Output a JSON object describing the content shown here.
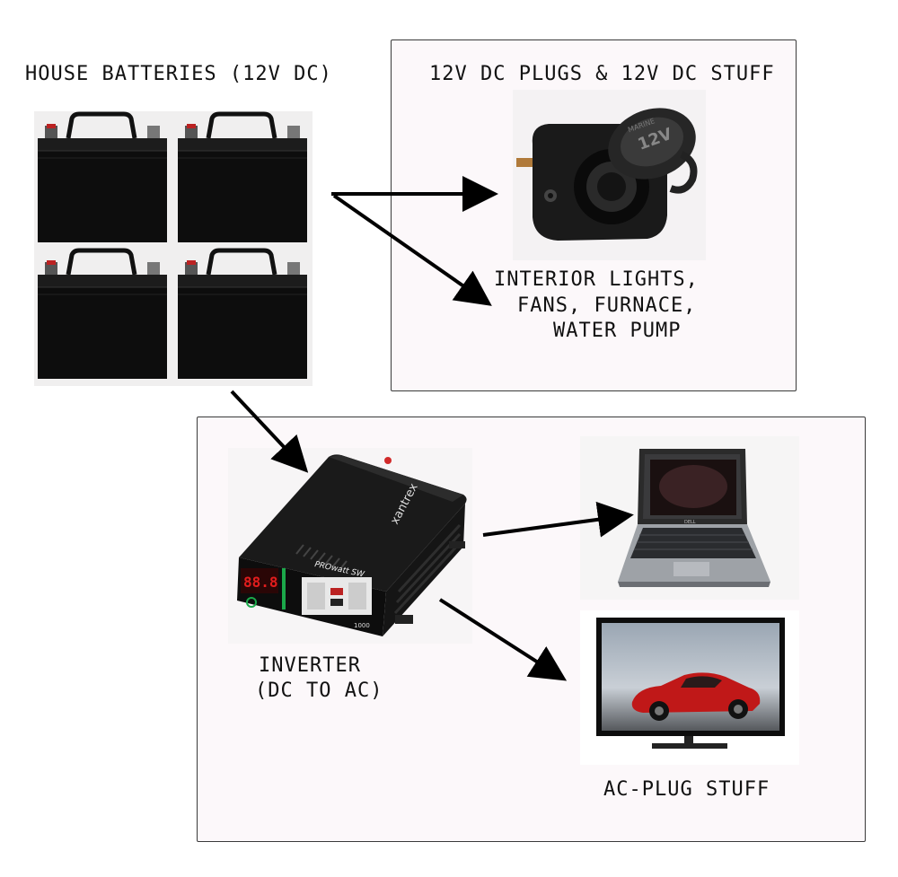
{
  "labels": {
    "batteries": "HOUSE BATTERIES (12V DC)",
    "dc_title": "12V DC PLUGS & 12V DC STUFF",
    "dc_items": [
      "INTERIOR LIGHTS,",
      "FANS, FURNACE,",
      "WATER PUMP"
    ],
    "inverter": [
      "INVERTER",
      "(DC TO AC)"
    ],
    "ac_title": "AC-PLUG STUFF"
  },
  "inverter_brand": "xantrex",
  "inverter_model": "PROwatt SW",
  "inverter_rating": "1000",
  "inverter_display": "88.8",
  "laptop_brand": "DELL",
  "socket_text": "12V",
  "socket_marine": "MARINE",
  "colors": {
    "panel_bg": "#fcf8fa",
    "panel_border": "#3a3a3a",
    "arrow": "#000000",
    "tv_car": "#c01818",
    "inverter_accent": "#1ba84a"
  }
}
